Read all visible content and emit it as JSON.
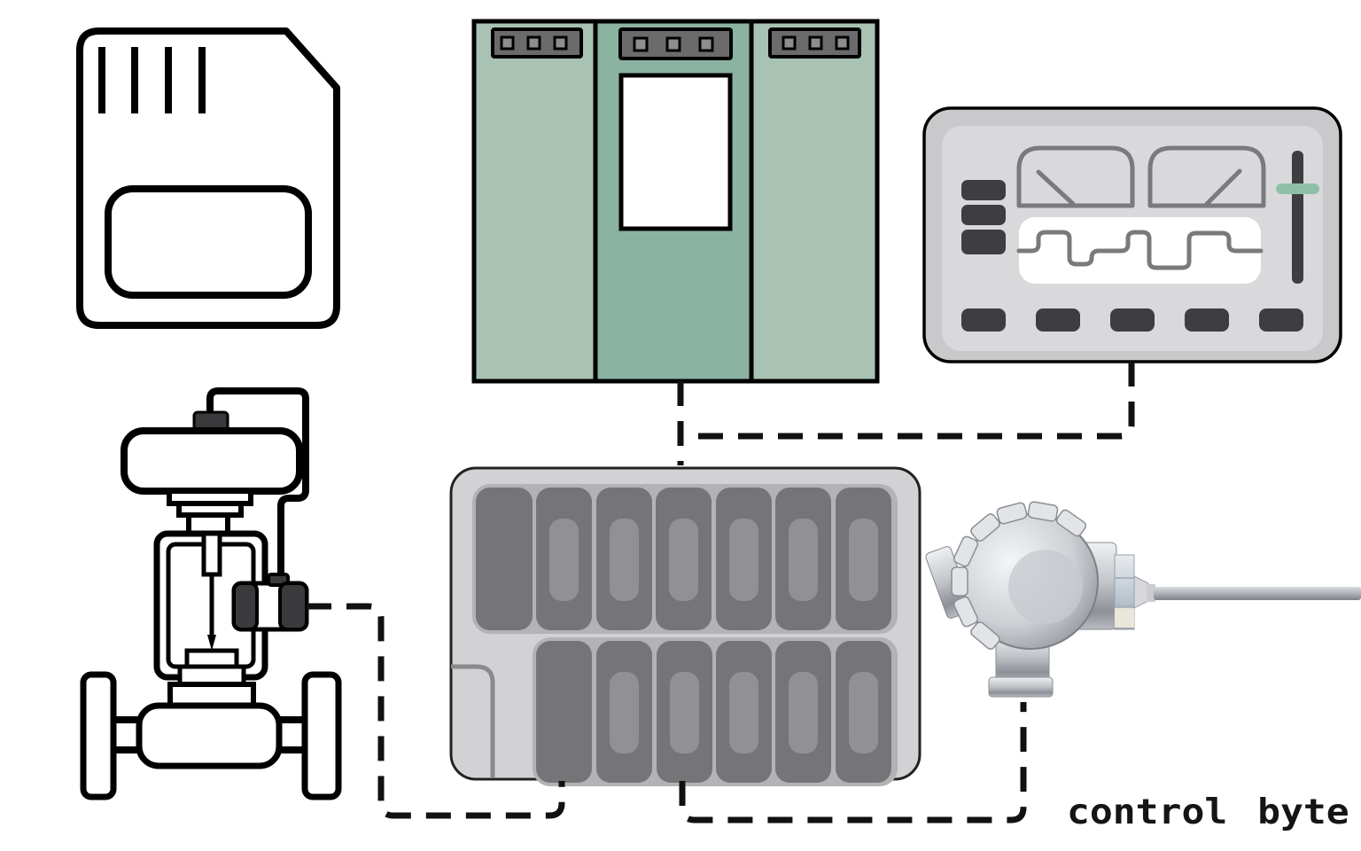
{
  "diagram": {
    "type": "industrial-control-system",
    "components": [
      {
        "id": "sd-card",
        "label": "Memory card"
      },
      {
        "id": "plc",
        "label": "PLC controller rack with three modules"
      },
      {
        "id": "hmi",
        "label": "Process recorder / HMI panel"
      },
      {
        "id": "control-valve",
        "label": "Pneumatic control valve with positioner"
      },
      {
        "id": "io-module",
        "label": "I/O terminal block module"
      },
      {
        "id": "temperature-sensor",
        "label": "Temperature sensor head with probe"
      }
    ],
    "connections": [
      {
        "from": "plc",
        "to": "io-module",
        "style": "dashed"
      },
      {
        "from": "hmi",
        "to": "io-module",
        "style": "dashed"
      },
      {
        "from": "control-valve",
        "to": "io-module",
        "style": "dashed"
      },
      {
        "from": "temperature-sensor",
        "to": "io-module",
        "style": "dashed"
      }
    ]
  },
  "logo": {
    "text": "control byte"
  },
  "colors": {
    "background": "#ffffff",
    "outline": "#000000",
    "plc_module_light": "#a8c2b4",
    "plc_module_dark": "#8bb3a2",
    "plc_header": "#6b6b6d",
    "plc_header_square": "#8e8e90",
    "hmi_body": "#c9c9cb",
    "hmi_panel": "#d9d9db",
    "hmi_control_dark": "#3e3e40",
    "hmi_gauge_stroke": "#7a7a7c",
    "slider_handle_green": "#8fbfa8",
    "io_body": "#d2d2d4",
    "io_row": "#b3b3b5",
    "io_slot": "#757577",
    "io_slot_inner": "#919193",
    "valve_accent_dark": "#3a3a3c",
    "connection_line": "#111111",
    "io_notch_line": "#8a8a8c"
  }
}
